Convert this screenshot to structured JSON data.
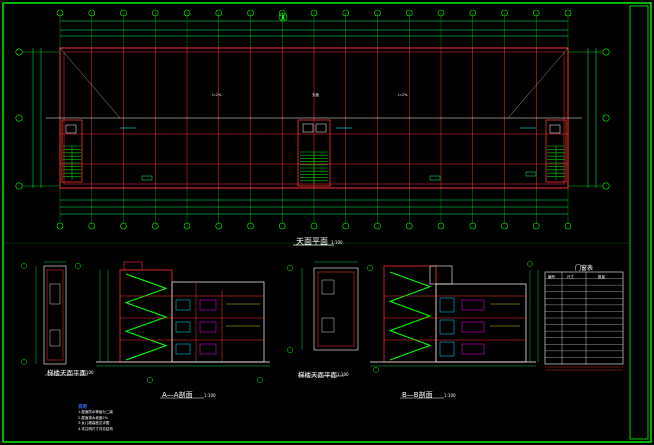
{
  "colors": {
    "background": "#000000",
    "border": "#00ff00",
    "wall": "#ff3030",
    "grid": "#ffffff",
    "axis": "#00ff00",
    "dimension": "#00ff66",
    "stairs": "#00cc00",
    "cyan": "#00e5ff",
    "magenta": "#ff00ff",
    "yellow": "#ffff00",
    "blue": "#3b6bff"
  },
  "titles": {
    "roof_plan": "天面平面",
    "roof_plan_scale": "1:100",
    "stair_roof_plan_1": "梯楼天面平面",
    "stair_roof_plan_1_scale": "1:100",
    "section_aa": "A—A剖面",
    "section_aa_scale": "1:100",
    "stair_roof_plan_2": "梯楼天面平面",
    "stair_roof_plan_2_scale": "1:100",
    "section_bb": "B—B剖面",
    "section_bb_scale": "1:100"
  },
  "plan_labels": {
    "roof_center": "天面",
    "slope_left": "i=2%",
    "slope_right": "i=2%"
  },
  "legend": {
    "title": "门窗表",
    "columns": [
      "编号",
      "尺寸",
      "数量"
    ]
  },
  "notes": {
    "title": "说明",
    "lines": [
      "1.屋面防水等级为二级",
      "2.屋面排水坡度2%",
      "3.女儿墙高度见详图",
      "4.未注明尺寸详见结构"
    ]
  },
  "icons": [
    "north-arrow-icon",
    "axis-bubble-icon"
  ]
}
